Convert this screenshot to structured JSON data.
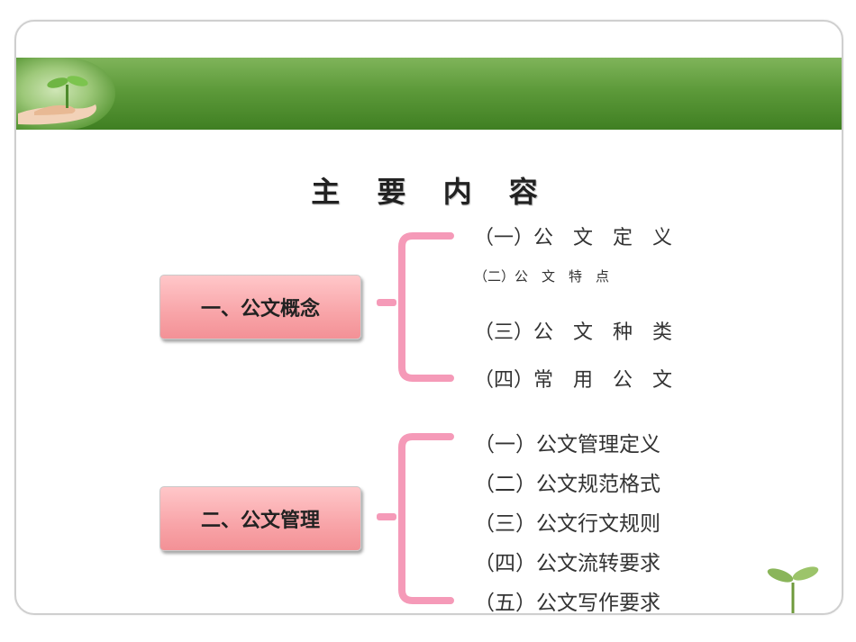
{
  "title": "主 要 内 容",
  "sections": [
    {
      "label": "一、公文概念",
      "items": [
        "（一）公　文　定　义",
        "（二）公　文　特　点",
        "（三）公　文　种　类",
        "（四）常　用　公　文"
      ]
    },
    {
      "label": "二、公文管理",
      "items": [
        "（一）公文管理定义",
        "（二）公文规范格式",
        "（三）公文行文规则",
        "（四）公文流转要求",
        "（五）公文写作要求"
      ]
    }
  ],
  "colors": {
    "banner": "#5d9a3a",
    "pill": "#f8a4a8",
    "brace": "#f59ab8"
  },
  "icons": [
    "seedling-in-hand-icon",
    "sprout-icon"
  ]
}
